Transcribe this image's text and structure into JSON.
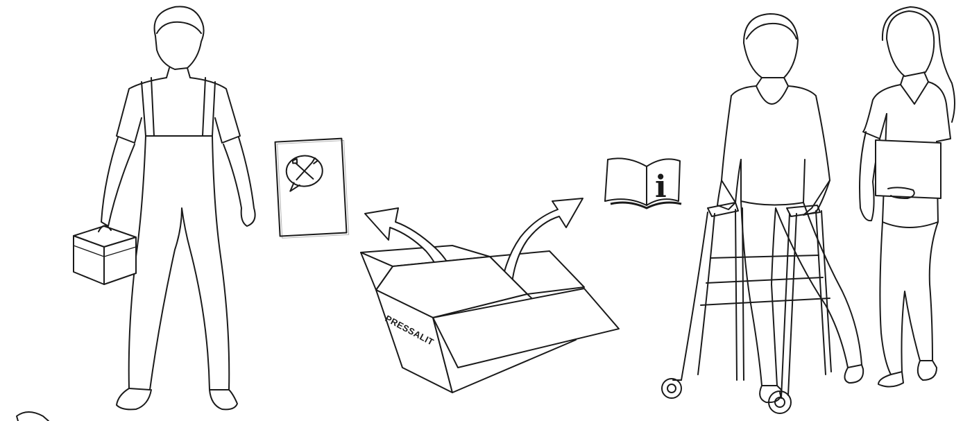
{
  "scene": {
    "installer": {
      "icon": "installer-with-toolbox"
    },
    "installation_sheet": {
      "icon": "tools-speech-bubble-icon"
    },
    "box": {
      "label": "PRESSALIT",
      "icon": "open-cardboard-box"
    },
    "user_manual": {
      "icon": "info-book-icon",
      "glyph": "i"
    },
    "user": {
      "icon": "user-with-walker"
    },
    "caregiver": {
      "icon": "caregiver-with-folder"
    }
  },
  "colors": {
    "line": "#1a1a1a",
    "background": "#ffffff"
  }
}
